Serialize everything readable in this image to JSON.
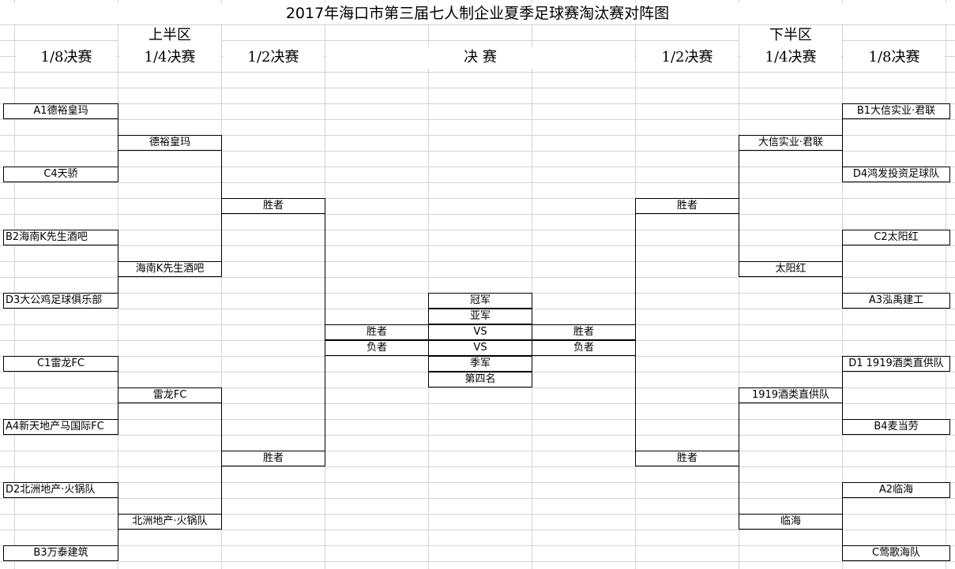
{
  "title": "2017年海口市第三届七人制企业夏季足球赛淘汰赛对阵图",
  "upper_half": "上半区",
  "lower_half": "下半区",
  "rounds": {
    "left_r16": "1/8决赛",
    "left_qf": "1/4决赛",
    "left_sf": "1/2决赛",
    "final": "决   赛",
    "right_sf": "1/2决赛",
    "right_qf": "1/4决赛",
    "right_r16": "1/8决赛"
  },
  "left": {
    "r16": [
      "A1德裕皇玛",
      "C4天骄",
      "B2海南K先生酒吧",
      "D3大公鸡足球俱乐部",
      "C1雷龙FC",
      "A4新天地产马国际FC",
      "D2北洲地产·火锅队",
      "B3万泰建筑"
    ],
    "qf": [
      "德裕皇玛",
      "海南K先生酒吧",
      "雷龙FC",
      "北洲地产·火锅队"
    ],
    "sf": [
      "胜者",
      "胜者"
    ],
    "final_winner": "胜者",
    "final_loser": "负者"
  },
  "right": {
    "r16": [
      "B1大信实业·君联",
      "D4鸿发投资足球队",
      "C2太阳红",
      "A3泓禹建工",
      "D1 1919酒类直供队",
      "B4麦当劳",
      "A2临海",
      "C莺歌海队"
    ],
    "qf": [
      "大信实业·君联",
      "太阳红",
      "1919酒类直供队",
      "临海"
    ],
    "sf": [
      "胜者",
      "胜者"
    ],
    "final_winner": "胜者",
    "final_loser": "负者"
  },
  "center": {
    "champion": "冠军",
    "runner_up": "亚军",
    "vs1": "VS",
    "vs2": "VS",
    "third": "季军",
    "fourth": "第四名"
  }
}
